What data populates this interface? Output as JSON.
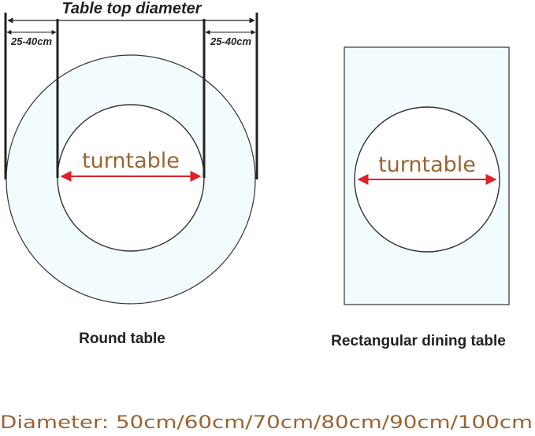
{
  "labels": {
    "table_top_diameter": "Table top diameter",
    "left_overhang": "25-40cm",
    "right_overhang": "25-40cm",
    "turntable_round": "turntable",
    "turntable_rect": "turntable",
    "round_caption": "Round table",
    "rect_caption": "Rectangular dining table",
    "diameter_line": "Diameter: 50cm/60cm/70cm/80cm/90cm/100cm"
  },
  "colors": {
    "table_fill": "#f2fbfd",
    "outline": "#333333",
    "arrow": "#e0202a",
    "brown_text": "#9a6434"
  }
}
